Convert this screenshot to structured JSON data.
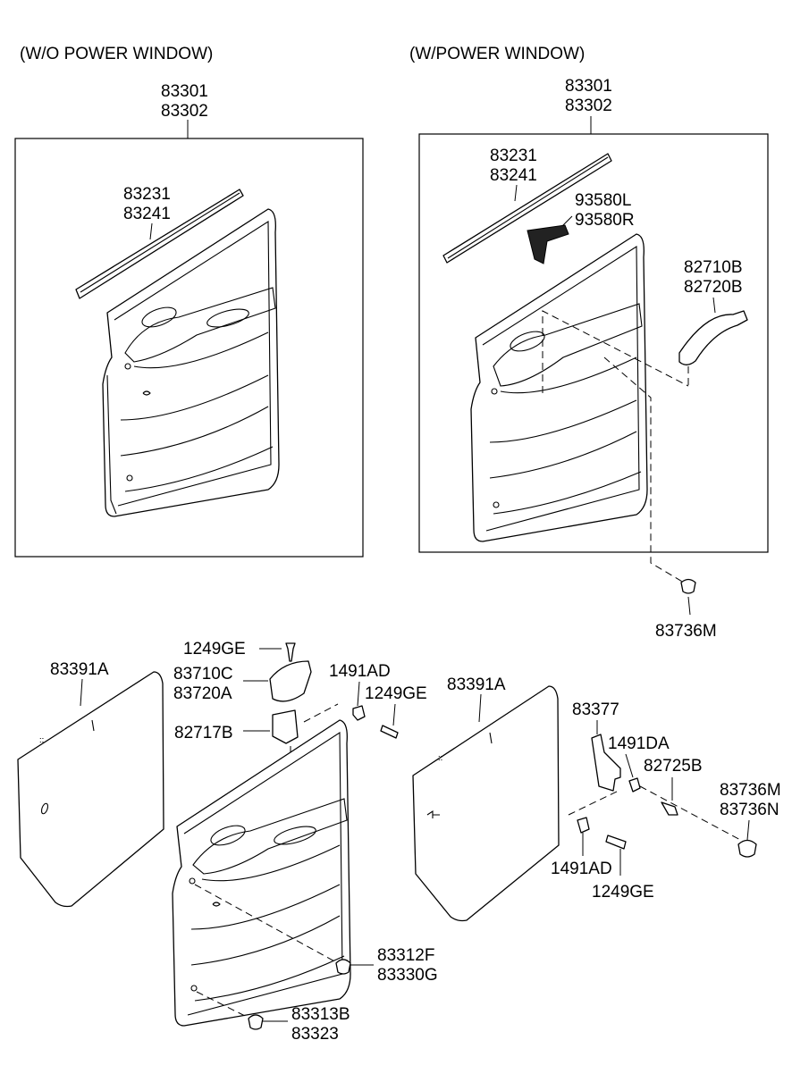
{
  "headers": {
    "left": "(W/O POWER WINDOW)",
    "right": "(W/POWER WINDOW)"
  },
  "labels": {
    "l_assy_a": "83301",
    "l_assy_b": "83302",
    "l_strip_a": "83231",
    "l_strip_b": "83241",
    "r_assy_a": "83301",
    "r_assy_b": "83302",
    "r_strip_a": "83231",
    "r_strip_b": "83241",
    "r_switch_a": "93580L",
    "r_switch_b": "93580R",
    "r_handle_a": "82710B",
    "r_handle_b": "82720B",
    "r_clip": "83736M",
    "b_screw_top": "1249GE",
    "b_cup_a": "83710C",
    "b_cup_b": "83720A",
    "b_bracket": "82717B",
    "b_clip_ad": "1491AD",
    "b_screw_ge": "1249GE",
    "b_seal_left": "83391A",
    "b_seal_right": "83391A",
    "b_fast_a": "83312F",
    "b_fast_b": "83330G",
    "b_fast2_a": "83313B",
    "b_fast2_b": "83323",
    "b_bracket2": "83377",
    "b_clip_da": "1491DA",
    "b_bolt": "82725B",
    "b_clip2_a": "83736M",
    "b_clip2_b": "83736N",
    "b_clip_ad2": "1491AD",
    "b_screw_ge2": "1249GE"
  }
}
